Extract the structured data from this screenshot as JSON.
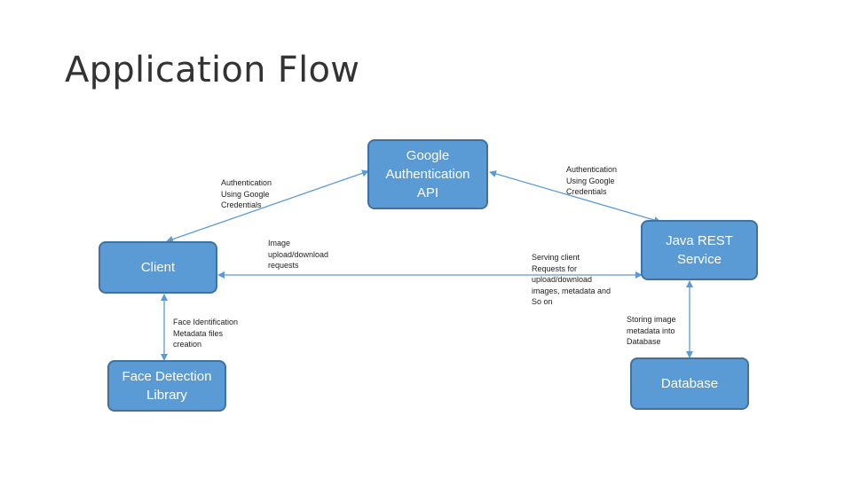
{
  "title": "Application Flow",
  "nodes": {
    "google_api": "Google\nAuthentication\nAPI",
    "client": "Client",
    "java_rest": "Java REST\nService",
    "face_library": "Face Detection\nLibrary",
    "database": "Database"
  },
  "edge_labels": {
    "client_google_auth": "Authentication\nUsing Google\nCredentials",
    "google_java_auth": "Authentication\nUsing Google\nCredentials",
    "image_requests": "Image\nupload/download\nrequests",
    "serving_requests": "Serving client\nRequests for\nupload/download\nimages, metadata and\nSo on",
    "face_metadata": "Face Identification\nMetadata files\ncreation",
    "db_storing": "Storing image\nmetadata into\nDatabase"
  },
  "colors": {
    "box_fill": "#5b9bd5",
    "box_border": "#41719c",
    "connector": "#5b9bd5"
  }
}
